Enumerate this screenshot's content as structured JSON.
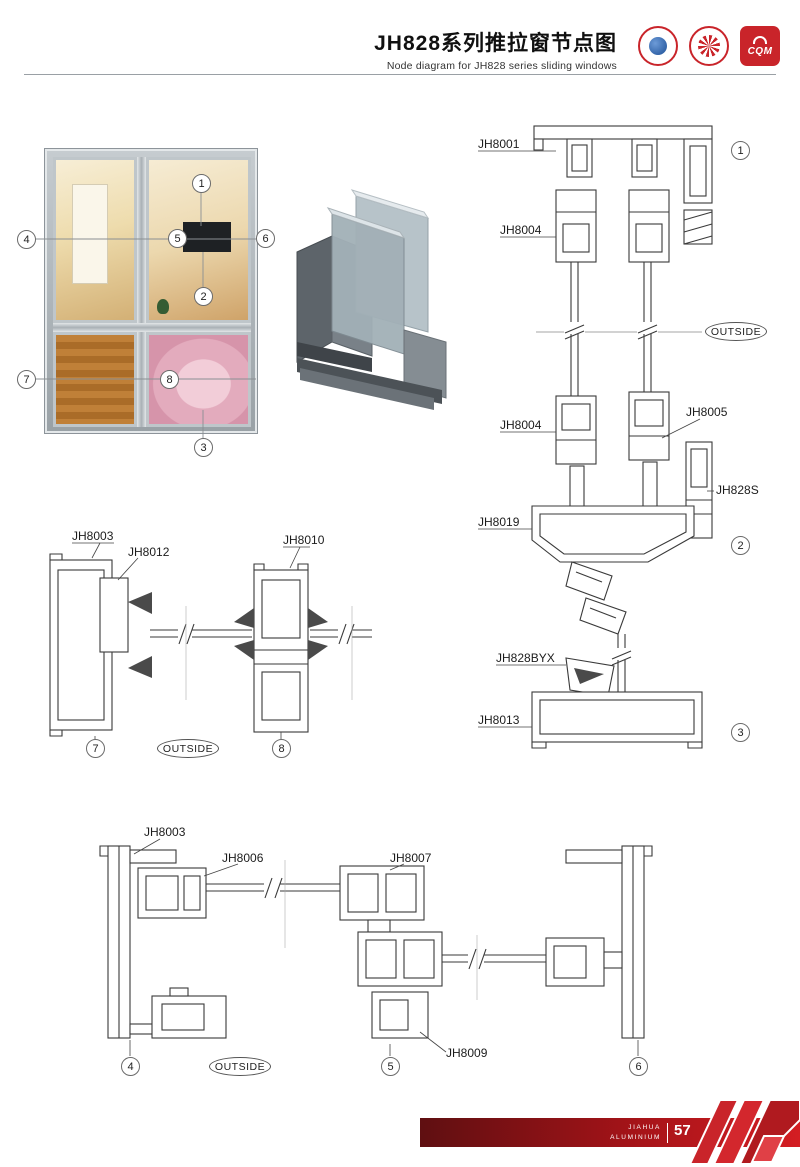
{
  "header": {
    "title_cn": "JH828系列推拉窗节点图",
    "title_en": "Node diagram for JH828 series sliding windows",
    "cqm_text": "CQM"
  },
  "overview": {
    "c1": "1",
    "c2": "2",
    "c3": "3",
    "c4": "4",
    "c5": "5",
    "c6": "6",
    "c7": "7",
    "c8": "8"
  },
  "vertical_section": {
    "jh8001": "JH8001",
    "jh8004_top": "JH8004",
    "jh8004_mid": "JH8004",
    "jh8005": "JH8005",
    "jh828s": "JH828S",
    "jh8019": "JH8019",
    "jh828byx": "JH828BYX",
    "jh8013": "JH8013",
    "outside": "OUTSIDE",
    "c1": "1",
    "c2": "2",
    "c3": "3"
  },
  "mid_section": {
    "jh8003": "JH8003",
    "jh8012": "JH8012",
    "jh8010": "JH8010",
    "outside": "OUTSIDE",
    "c7": "7",
    "c8": "8"
  },
  "bottom_section": {
    "jh8003": "JH8003",
    "jh8006": "JH8006",
    "jh8007": "JH8007",
    "jh8009": "JH8009",
    "outside": "OUTSIDE",
    "c4": "4",
    "c5": "5",
    "c6": "6"
  },
  "footer": {
    "brand_top": "JIAHUA",
    "brand_bottom": "ALUMINIUM",
    "page": "57"
  },
  "colors": {
    "accent_red": "#c9242a",
    "line": "#3a3a3a"
  }
}
